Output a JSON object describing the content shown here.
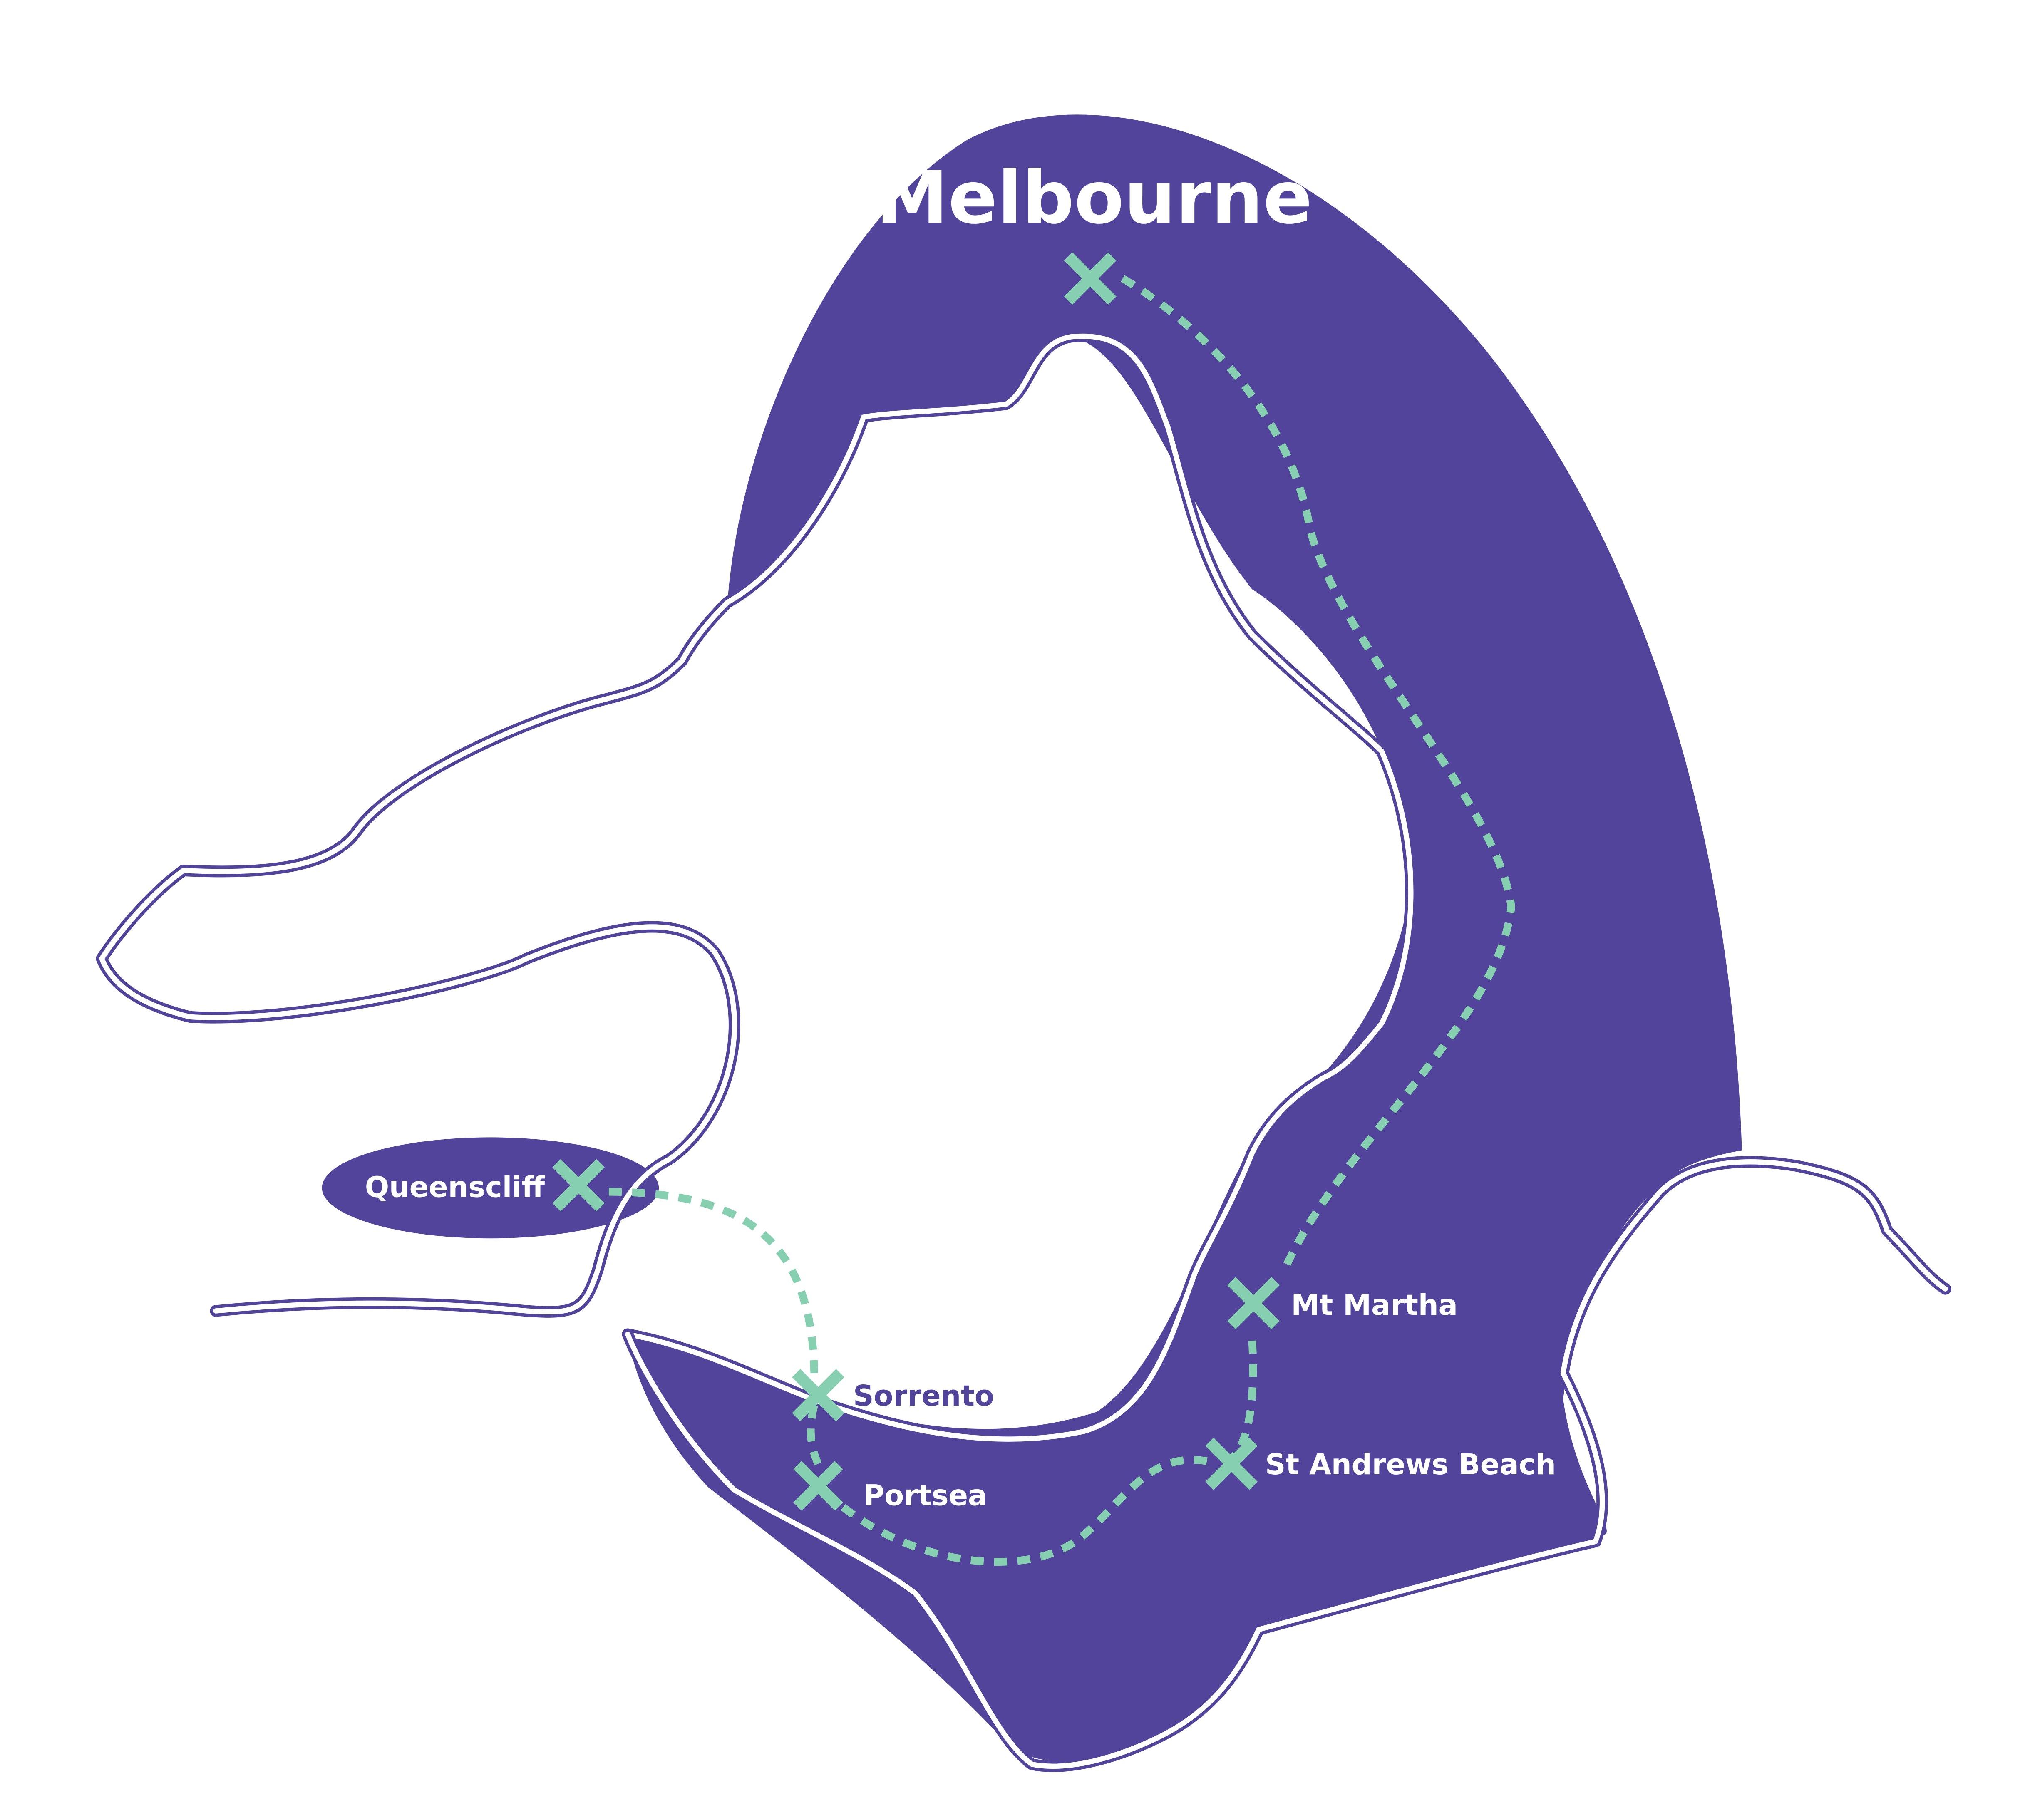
{
  "map": {
    "title": "Melbourne",
    "colors": {
      "region_fill": "#52449a",
      "coast_outline": "#52449a",
      "route": "#86d0b1",
      "marker": "#86d0b1",
      "label_light": "#ffffff",
      "label_dark": "#52449a",
      "land": "#ffffff"
    },
    "marker_icon": "x-marker-icon",
    "places": [
      {
        "id": "melbourne",
        "name": ""
      },
      {
        "id": "queenscliff",
        "name": "Queenscliff"
      },
      {
        "id": "sorrento",
        "name": "Sorrento"
      },
      {
        "id": "portsea",
        "name": "Portsea"
      },
      {
        "id": "mt-martha",
        "name": "Mt Martha"
      },
      {
        "id": "st-andrews-beach",
        "name": "St Andrews Beach"
      }
    ]
  }
}
